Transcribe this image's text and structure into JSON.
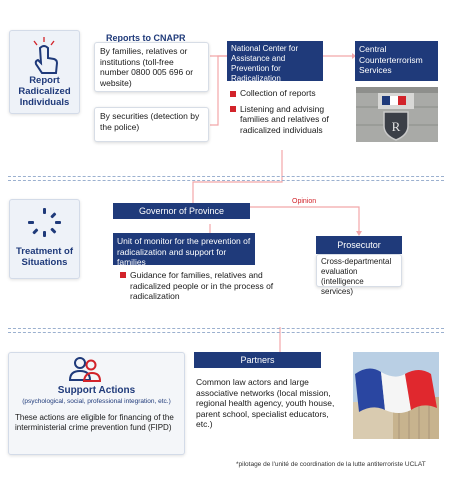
{
  "report": {
    "side_label": "Report Radicalized Individuals",
    "title": "Reports to CNAPR",
    "families_text": "By families, relatives or institutions (toll-free number 0800 005 696 or website)",
    "securities_text": "By securities (detection by the police)",
    "cnapr_title": "National Center for Assistance and Prevention for Radicalization (CNAPR)*",
    "cnapr_items": [
      "Collection of reports",
      "Listening and advising families and relatives of radicalized individuals"
    ],
    "central_title": "Central Counterterrorism Services"
  },
  "treatment": {
    "side_label": "Treatment of Situations",
    "governor": "Governor of Province",
    "opinion": "Opinion",
    "unit": "Unit of monitor for the prevention of radicalization and support for families",
    "guidance": "Guidance for families, relatives and radicalized people or in the process of radicalization",
    "prosecutor": "Prosecutor",
    "prosecutor_text": "Cross-departmental evaluation (intelligence services)"
  },
  "support": {
    "title": "Support Actions",
    "subtitle": "(psychological, social, professional integration, etc.)",
    "text": "These actions are eligible for financing of the interministerial crime prevention fund (FIPD)",
    "partners": "Partners",
    "partners_text": "Common law actors and large associative networks (local mission, regional health agency, youth house, parent school, specialist educators, etc.)"
  },
  "footnote": "*pilotage de l'unité de coordination de la lutte antiterroriste UCLAT",
  "colors": {
    "navy": "#1f3a7a",
    "red": "#d2232a",
    "pink": "#f2a6a9"
  }
}
